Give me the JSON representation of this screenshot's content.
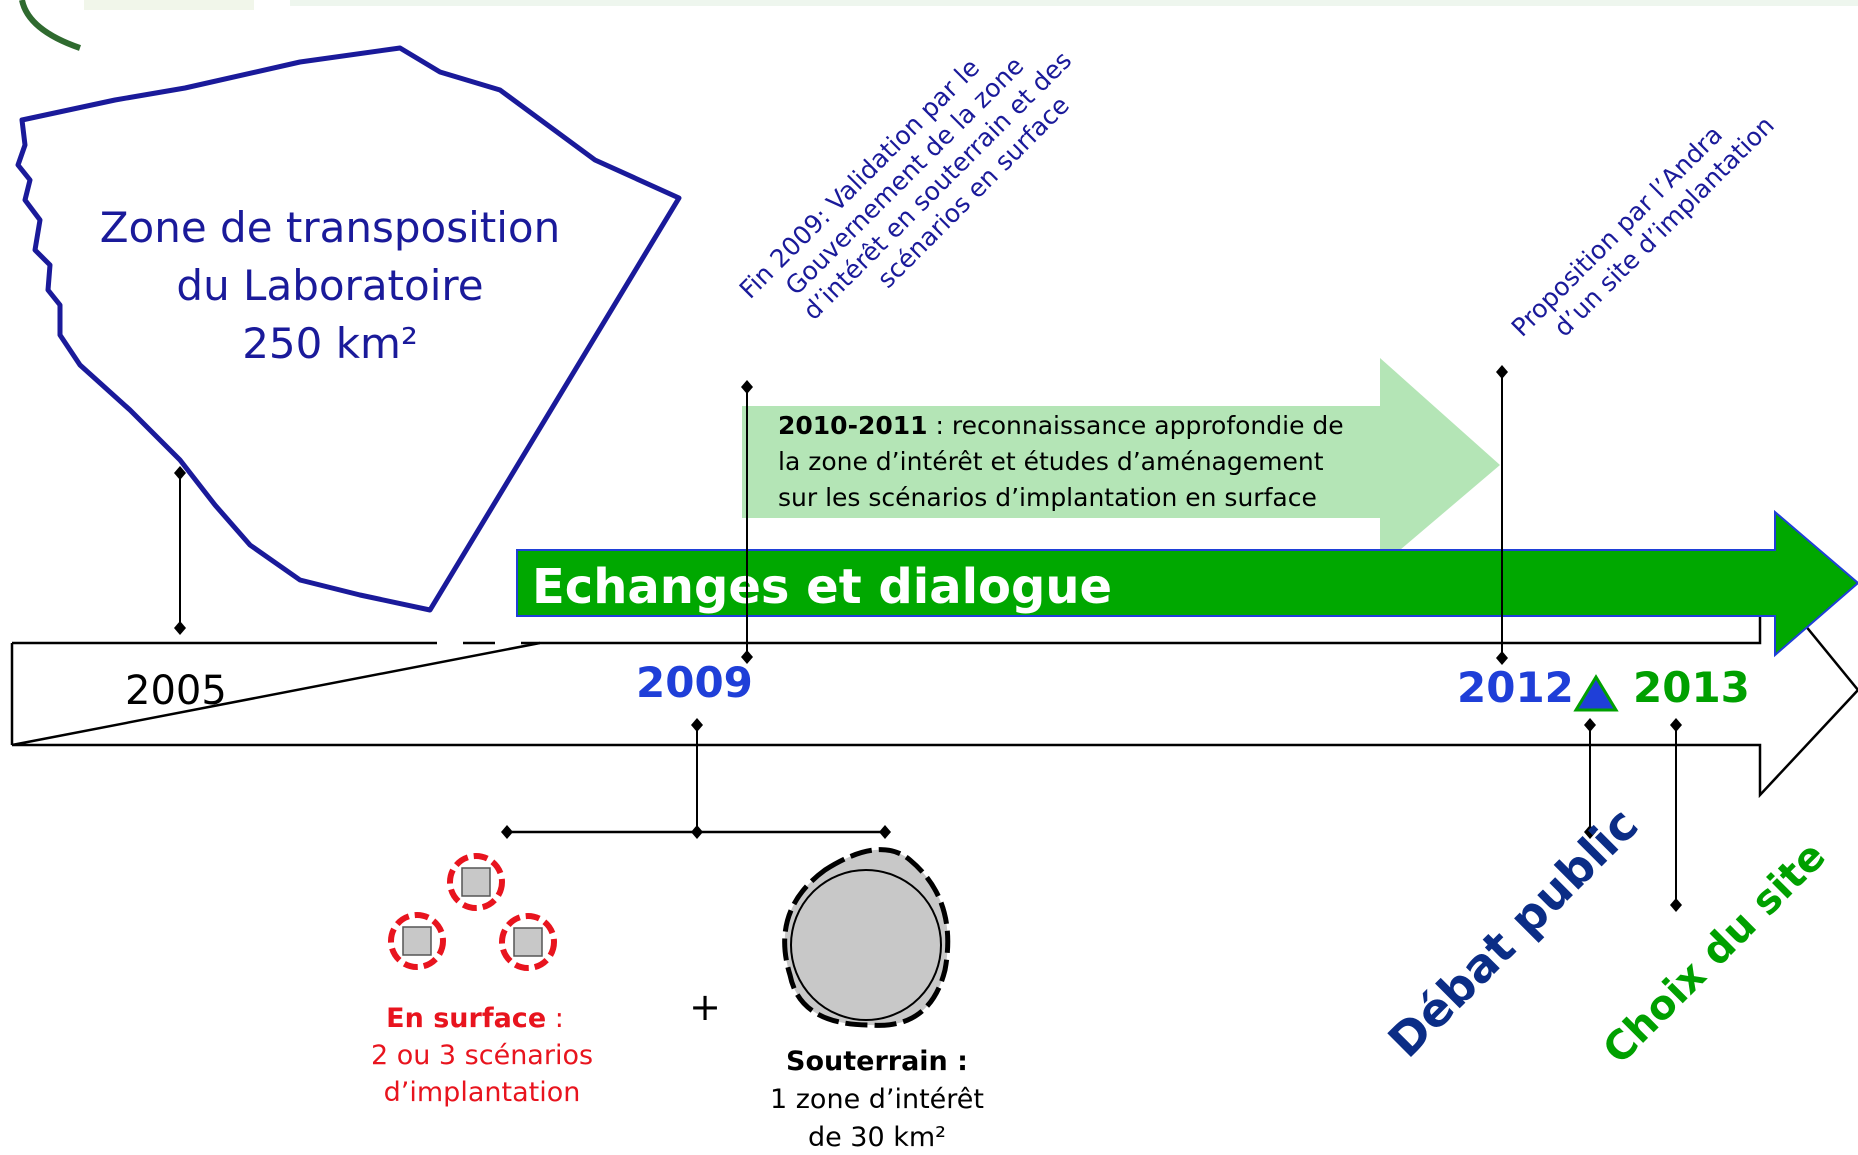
{
  "zone": {
    "line1": "Zone de transposition",
    "line2": "du Laboratoire",
    "line3": "250 km²"
  },
  "events": {
    "validation": [
      "Fin 2009: Validation par le",
      "Gouvernement de la zone",
      "d’intérêt en souterrain et des",
      "scénarios en surface"
    ],
    "proposition": [
      "Proposition par l’Andra",
      "d’un site d’implantation"
    ]
  },
  "study": {
    "bold": "2010-2011",
    "line1_rest": " : reconnaissance approfondie de",
    "line2": "la zone d’intérêt et études d’aménagement",
    "line3": "sur les scénarios d’implantation en surface"
  },
  "exchange": {
    "label": "Echanges et dialogue"
  },
  "years": {
    "y2005": "2005",
    "y2009": "2009",
    "y2012": "2012",
    "y2013": "2013"
  },
  "surface": {
    "title": "En surface",
    "colon": " :",
    "line2": "2 ou 3 scénarios",
    "line3": "d’implantation"
  },
  "plus": "+",
  "underground": {
    "title": "Souterrain :",
    "line2": "1 zone d’intérêt",
    "line3": "de 30 km²"
  },
  "milestones": {
    "debat": "Débat public",
    "choix": "Choix du site"
  },
  "colors": {
    "navy": "#1a1a9a",
    "blue": "#1f3fd8",
    "green": "#00a000",
    "light_green": "#aee3b0",
    "red": "#e8141e",
    "dark_blue": "#0b2d86",
    "gray": "#c8c8c8"
  }
}
